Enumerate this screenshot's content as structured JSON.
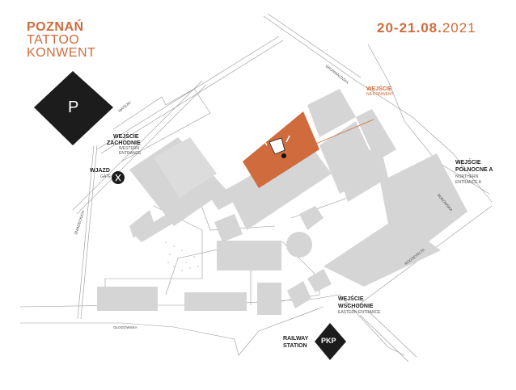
{
  "header": {
    "title_line1": "POZNAŃ",
    "title_line2": "TATTOO",
    "title_line3": "KONWENT",
    "date_bold": "20-21.08.",
    "date_year": "2021"
  },
  "markers": {
    "parking": "P",
    "pkp": "PKP",
    "railway_line1": "RAILWAY",
    "railway_line2": "STATION"
  },
  "entrances": {
    "main": {
      "title": "WEJŚCIE",
      "subtitle": "NA KONWENT"
    },
    "west": {
      "title1": "WEJŚCIE",
      "title2": "ZACHODNIE",
      "en1": "WESTERN",
      "en2": "ENTRANCE"
    },
    "gate": {
      "title": "WJAZD",
      "en": "GATE"
    },
    "north": {
      "title1": "WEJŚCIE",
      "title2": "PÓŁNOCNE A",
      "en1": "NORTHERN",
      "en2": "ENTRANCE A"
    },
    "east": {
      "title1": "WEJŚCIE",
      "title2": "WSCHODNIE",
      "en": "EASTERN ENTRANCE"
    }
  },
  "streets": {
    "matejki": "MATEJKI",
    "grunwaldzka": "GRUNWALDZKA",
    "bukowska": "BUKOWSKA",
    "roosevelta": "ROOSEVELTA",
    "glogowska": "GŁOGOWSKA",
    "sniadeckich": "ŚNIADECKICH"
  },
  "colors": {
    "accent": "#cf6b3c",
    "building": "#d4d5d4",
    "dark": "#1c1c1c"
  }
}
